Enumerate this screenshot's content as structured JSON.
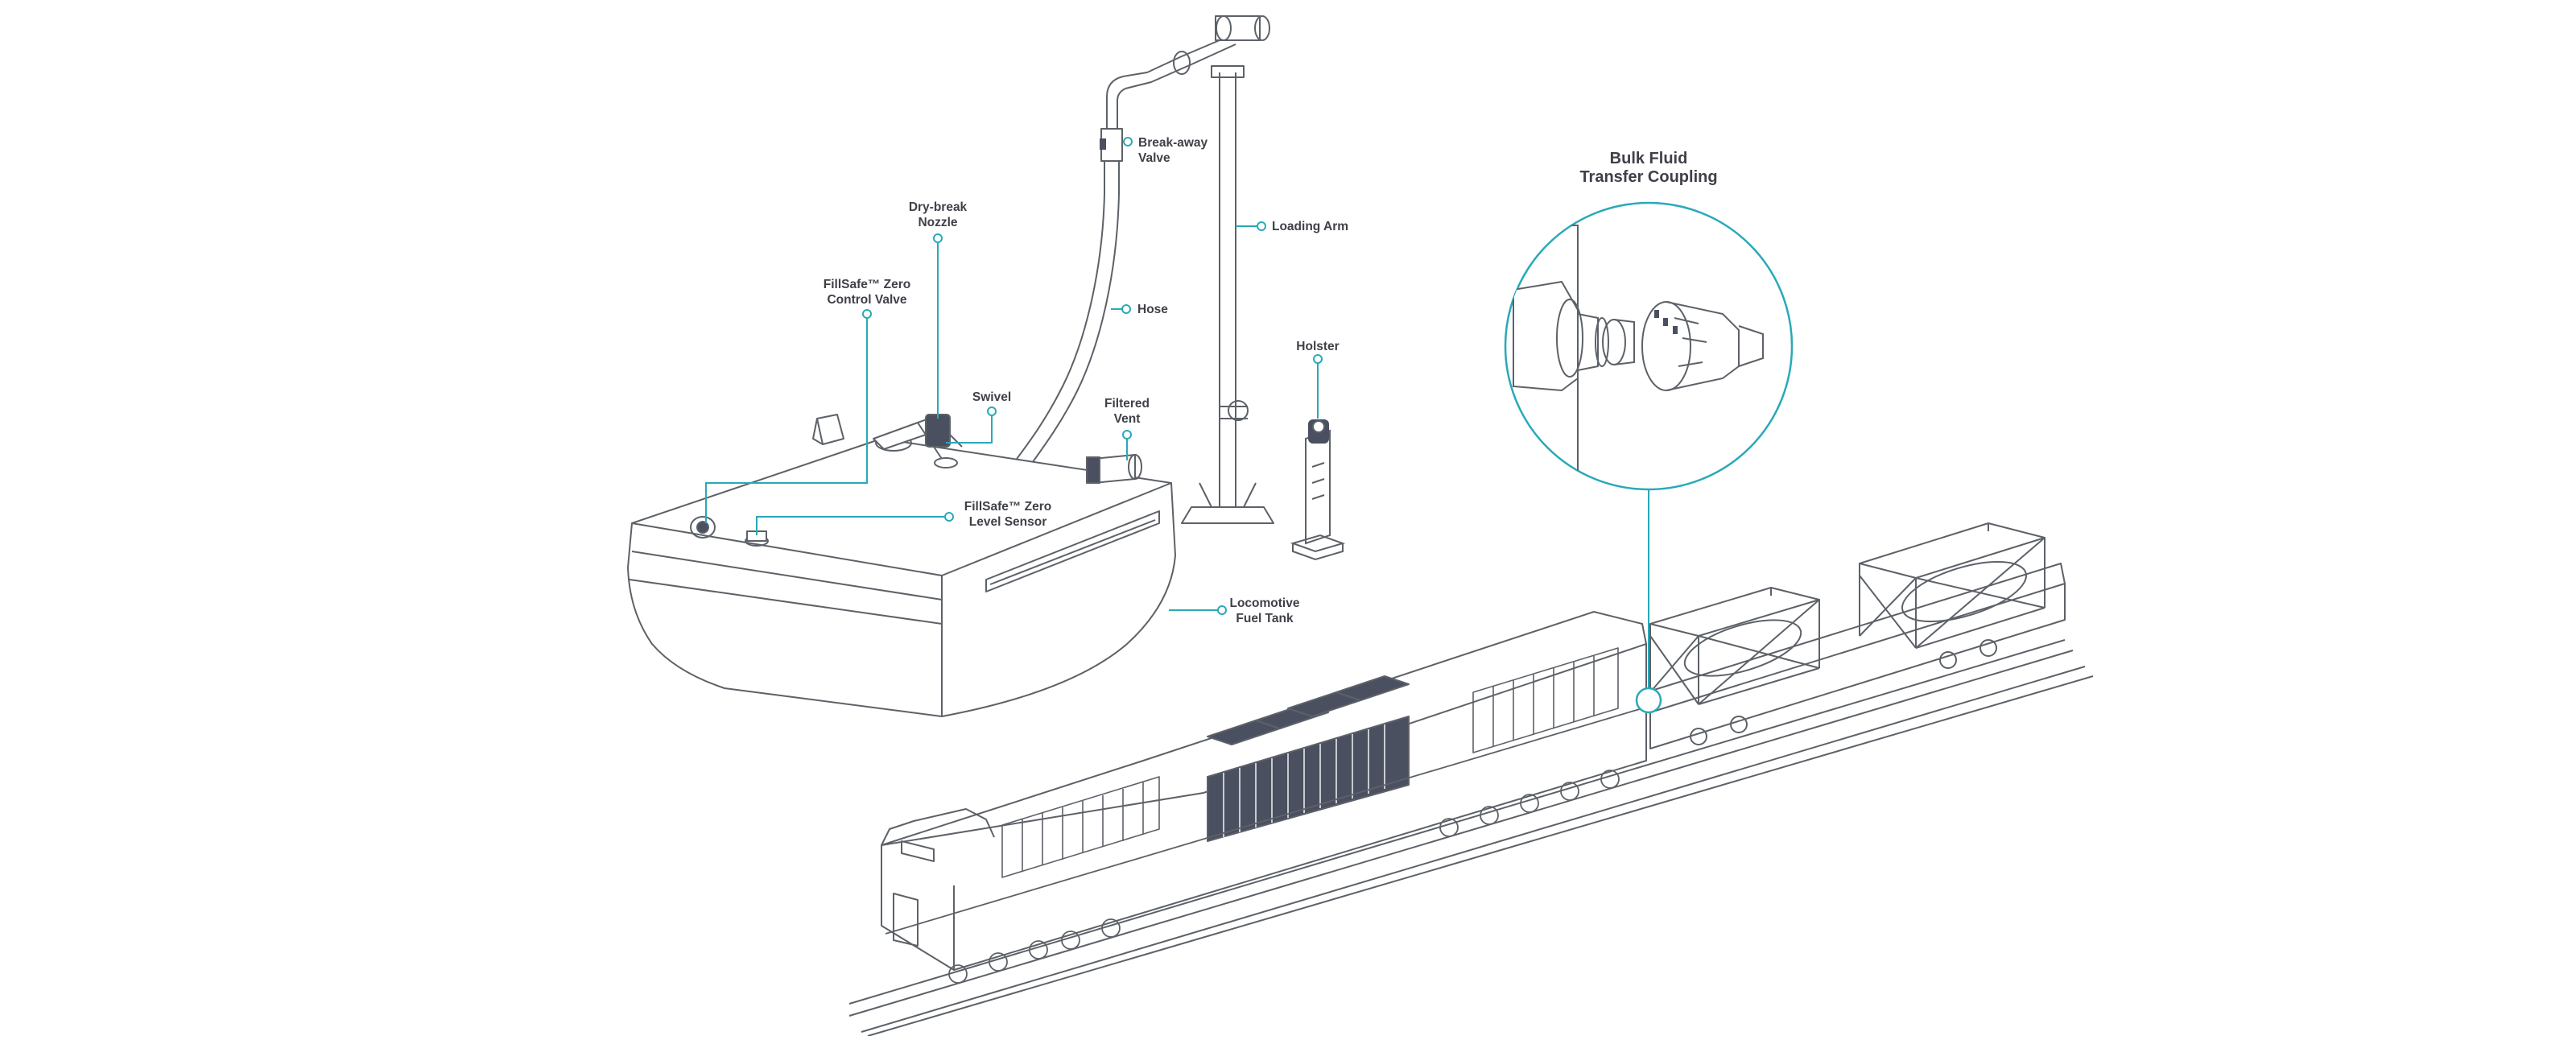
{
  "colors": {
    "accent": "#29a9b8",
    "line": "#5d6168",
    "label": "#3f4148",
    "panel": "#4a5060"
  },
  "labels": {
    "break_away_valve": "Break-away\nValve",
    "loading_arm": "Loading Arm",
    "dry_break_nozzle": "Dry-break\nNozzle",
    "fillsafe_control_valve": "FillSafe™ Zero\nControl Valve",
    "hose": "Hose",
    "holster": "Holster",
    "swivel": "Swivel",
    "filtered_vent": "Filtered\nVent",
    "fillsafe_level_sensor": "FillSafe™ Zero\nLevel Sensor",
    "locomotive_fuel_tank": "Locomotive\nFuel Tank",
    "bulk_fluid_coupling": "Bulk Fluid\nTransfer Coupling"
  },
  "icons": {
    "callout_marker": "circle-outline",
    "detail_lens": "magnifier-circle"
  }
}
